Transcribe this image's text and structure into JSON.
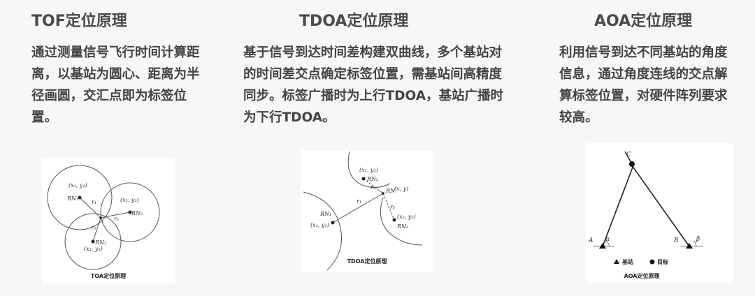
{
  "tof": {
    "title": "TOF定位原理",
    "description": "通过测量信号飞行时间计算距离，以基站为圆心、距离为半径画圆，交汇点即为标签位置。",
    "diagram": {
      "caption": "TOA定位原理",
      "point1": "(x₁, y₁)",
      "node1": "RN₁",
      "point2": "(x₂, y₂)",
      "node2": "RN₂",
      "point3": "(x₃, y₃)",
      "node3": "RN₃",
      "r1": "r₁",
      "r2": "r₂",
      "r3": "r₃"
    }
  },
  "tdoa": {
    "title": "TDOA定位原理",
    "description": "基于信号到达时间差构建双曲线，多个基站对的时间差交点确定标签位置，需基站间高精度同步。标签广播时为上行TDOA，基站广播时为下行TDOA。",
    "diagram": {
      "caption": "TDOA定位原理",
      "point_top": "(x₂, y₂)",
      "node_top": "RN₂",
      "point_tag": "(x, y)",
      "node_tag": "RN",
      "point_left": "(x₁, y₁)",
      "node_left": "RN₁",
      "point_right": "(x₃, y₃)",
      "node_right": "RN₃",
      "r1": "r₁",
      "r2": "r₂",
      "r3": "r₃"
    }
  },
  "aoa": {
    "title": "AOA定位原理",
    "description": "利用信号到达不同基站的角度信息，通过角度连线的交点解算标签位置，对硬件阵列要求较高。",
    "diagram": {
      "caption": "AOA定位原理",
      "label_c": "C",
      "label_a": "A",
      "label_b": "B",
      "alpha": "α",
      "beta": "β",
      "legend_station": "基站",
      "legend_target": "目标"
    }
  }
}
